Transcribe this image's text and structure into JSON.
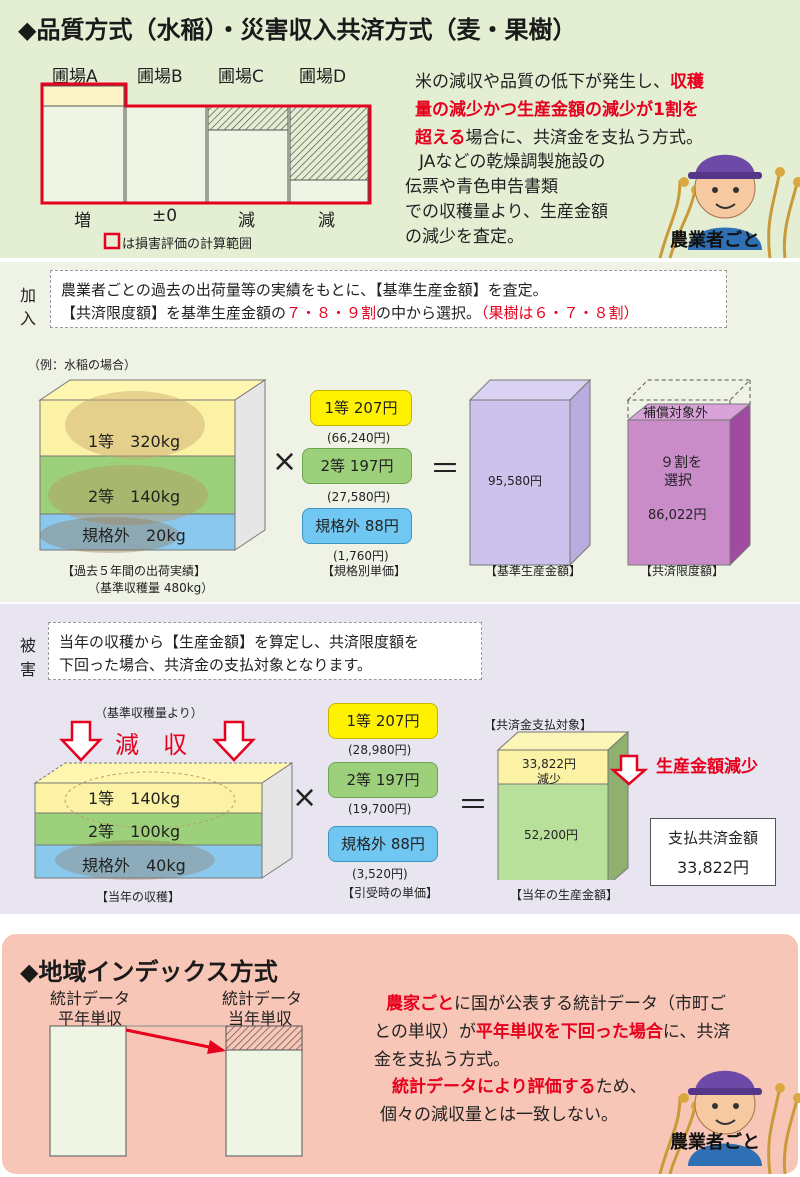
{
  "section1": {
    "title": "◆品質方式（水稲）・災害収入共済方式（麦・果樹）",
    "fields": [
      "圃場A",
      "圃場B",
      "圃場C",
      "圃場D"
    ],
    "results": [
      "増",
      "±0",
      "減",
      "減"
    ],
    "legend": "は損害評価の計算範囲",
    "desc_1a": "米の減収や品質の低下が発生し、",
    "desc_1b": "収穫",
    "desc_2": "量の減少かつ生産金額の減少が1割を",
    "desc_3a": "超える",
    "desc_3b": "場合に、共済金を支払う方式。",
    "desc_4": "JAなどの乾燥調製施設の",
    "desc_5": "伝票や青色申告書類",
    "desc_6": "での収穫量より、生産金額",
    "desc_7": "の減少を査定。",
    "farmer_label": "農業者ごと"
  },
  "section2": {
    "side_label_1": "加",
    "side_label_2": "入",
    "box_line1": "農業者ごとの過去の出荷量等の実績をもとに、【基準生産金額】を査定。",
    "box_line2a": "【共済限度額】を基準生産金額の",
    "box_line2b": "７・８・９割",
    "box_line2c": "の中から選択。",
    "box_line2d": "（果樹は６・７・８割）",
    "example": "（例：水稲の場合）",
    "layers": [
      "1等　320kg",
      "2等　140kg",
      "規格外　20kg"
    ],
    "prices": [
      "1等 207円",
      "2等 197円",
      "規格外 88円"
    ],
    "subtotals": [
      "(66,240円)",
      "(27,580円)",
      "(1,760円)"
    ],
    "caption_box": "【過去５年間の出荷実績】",
    "caption_box2": "（基準収穫量 480kg）",
    "caption_price": "【規格別単価】",
    "base_amount": "95,580円",
    "caption_base": "【基準生産金額】",
    "excluded": "補償対象外",
    "select_1": "９割を",
    "select_2": "選択",
    "limit_amount": "86,022円",
    "caption_limit": "【共済限度額】",
    "times": "×",
    "equals": "＝"
  },
  "section3": {
    "side_label_1": "被",
    "side_label_2": "害",
    "box_line1": "当年の収穫から【生産金額】を算定し、共済限度額を",
    "box_line2": "下回った場合、共済金の支払対象となります。",
    "from_base": "（基準収穫量より）",
    "reduction": "減　収",
    "layers": [
      "1等　140kg",
      "2等　100kg",
      "規格外　40kg"
    ],
    "prices": [
      "1等 207円",
      "2等 197円",
      "規格外 88円"
    ],
    "subtotals": [
      "(28,980円)",
      "(19,700円)",
      "(3,520円)"
    ],
    "caption_box": "【当年の収穫】",
    "caption_price": "【引受時の単価】",
    "target_label": "【共済金支払対象】",
    "reduced_amount": "33,822円",
    "reduced_label": "減少",
    "prod_amount": "52,200円",
    "decrease_label": "生産金額減少",
    "caption_prod": "【当年の生産金額】",
    "payout_label": "支払共済金額",
    "payout_amount": "33,822円",
    "times": "×",
    "equals": "＝"
  },
  "section4": {
    "title": "◆地域インデックス方式",
    "left_label_1": "統計データ",
    "left_label_2": "平年単収",
    "right_label_1": "統計データ",
    "right_label_2": "当年単収",
    "desc_1a": "農家ごと",
    "desc_1b": "に国が公表する統計データ（市町ご",
    "desc_2a": "との単収）が",
    "desc_2b": "平年単収を下回った場合",
    "desc_2c": "に、共済",
    "desc_3": "金を支払う方式。",
    "desc_4a": "統計データにより評価する",
    "desc_4b": "ため、",
    "desc_5": "個々の減収量とは一致しない。",
    "farmer_label": "農業者ごと"
  },
  "colors": {
    "accent_red": "#e6001e",
    "section1_bg": "#e3eed3",
    "section3_bg": "#e8e5f0",
    "section4_bg": "#f8c6b6"
  }
}
